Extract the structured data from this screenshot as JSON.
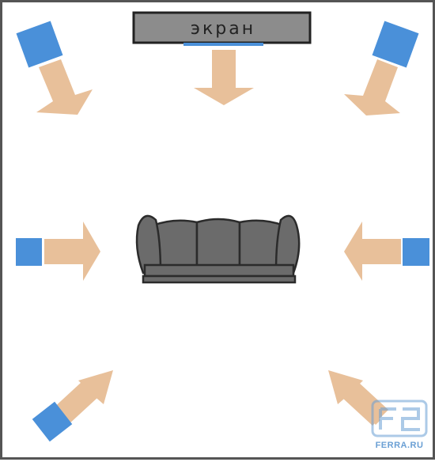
{
  "screen": {
    "label": "экран"
  },
  "watermark": {
    "text": "FERRA.RU"
  },
  "colors": {
    "frame_border": "#555555",
    "background": "#ffffff",
    "screen_fill": "#8c8c8c",
    "screen_stripe": "#4a90d9",
    "speaker_blue": "#4a90d9",
    "arrow_tan": "#e8c09a",
    "sofa_fill": "#6b6b6b",
    "sofa_stroke": "#2b2b2b"
  },
  "speakers": [
    {
      "id": "front-left",
      "name": "front-left-speaker"
    },
    {
      "id": "front-right",
      "name": "front-right-speaker"
    },
    {
      "id": "side-left",
      "name": "side-left-speaker"
    },
    {
      "id": "side-right",
      "name": "side-right-speaker"
    },
    {
      "id": "rear-left",
      "name": "rear-left-speaker"
    },
    {
      "id": "rear-right",
      "name": "rear-right-speaker"
    }
  ]
}
